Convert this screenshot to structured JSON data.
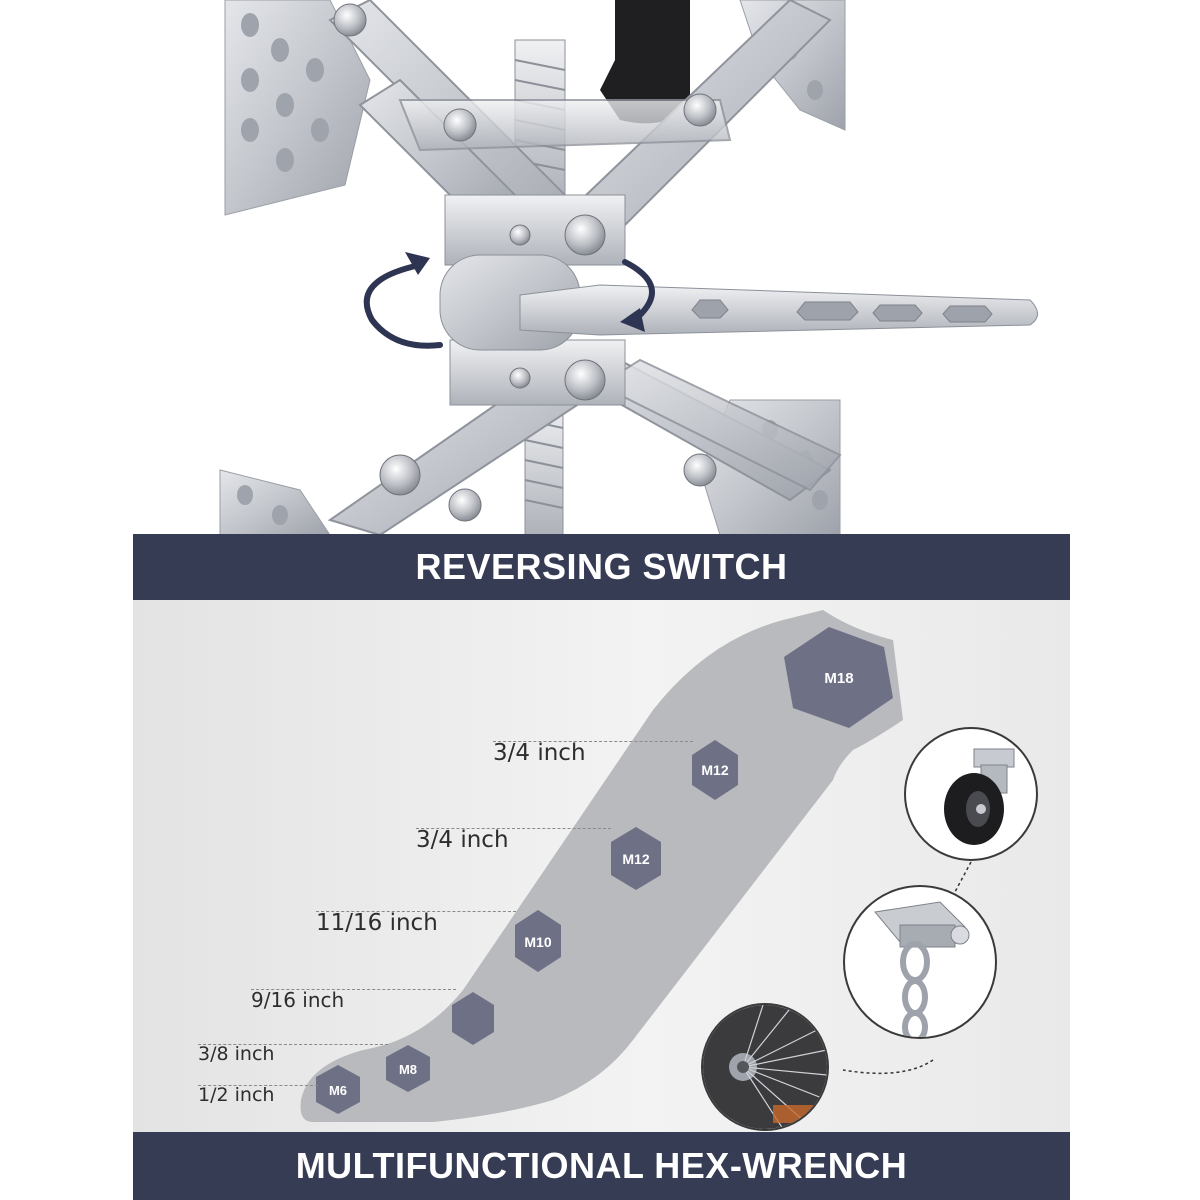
{
  "banners": {
    "top": "REVERSING SWITCH",
    "bottom": "MULTIFUNCTIONAL HEX-WRENCH"
  },
  "hex_sockets": {
    "m18": "M18",
    "m12_upper": "M12",
    "m12_lower": "M12",
    "m10": "M10",
    "m8": "M8",
    "m6": "M6"
  },
  "size_labels": {
    "first": "3/4 inch",
    "second": "3/4 inch",
    "third": "11/16 inch",
    "fourth": "9/16 inch",
    "fifth": "3/8 inch",
    "sixth": "1/2 inch"
  },
  "icons": {
    "rotation": "rotation-arrows-icon",
    "caster": "caster-wheel-icon",
    "swing_hanger": "swing-hanger-icon",
    "bike_hub": "bike-wheel-hub-icon"
  },
  "colors": {
    "banner": "#373c55",
    "hex": "#6e7186",
    "wrench": "#b9babd",
    "metal": "#c9ccd1"
  }
}
